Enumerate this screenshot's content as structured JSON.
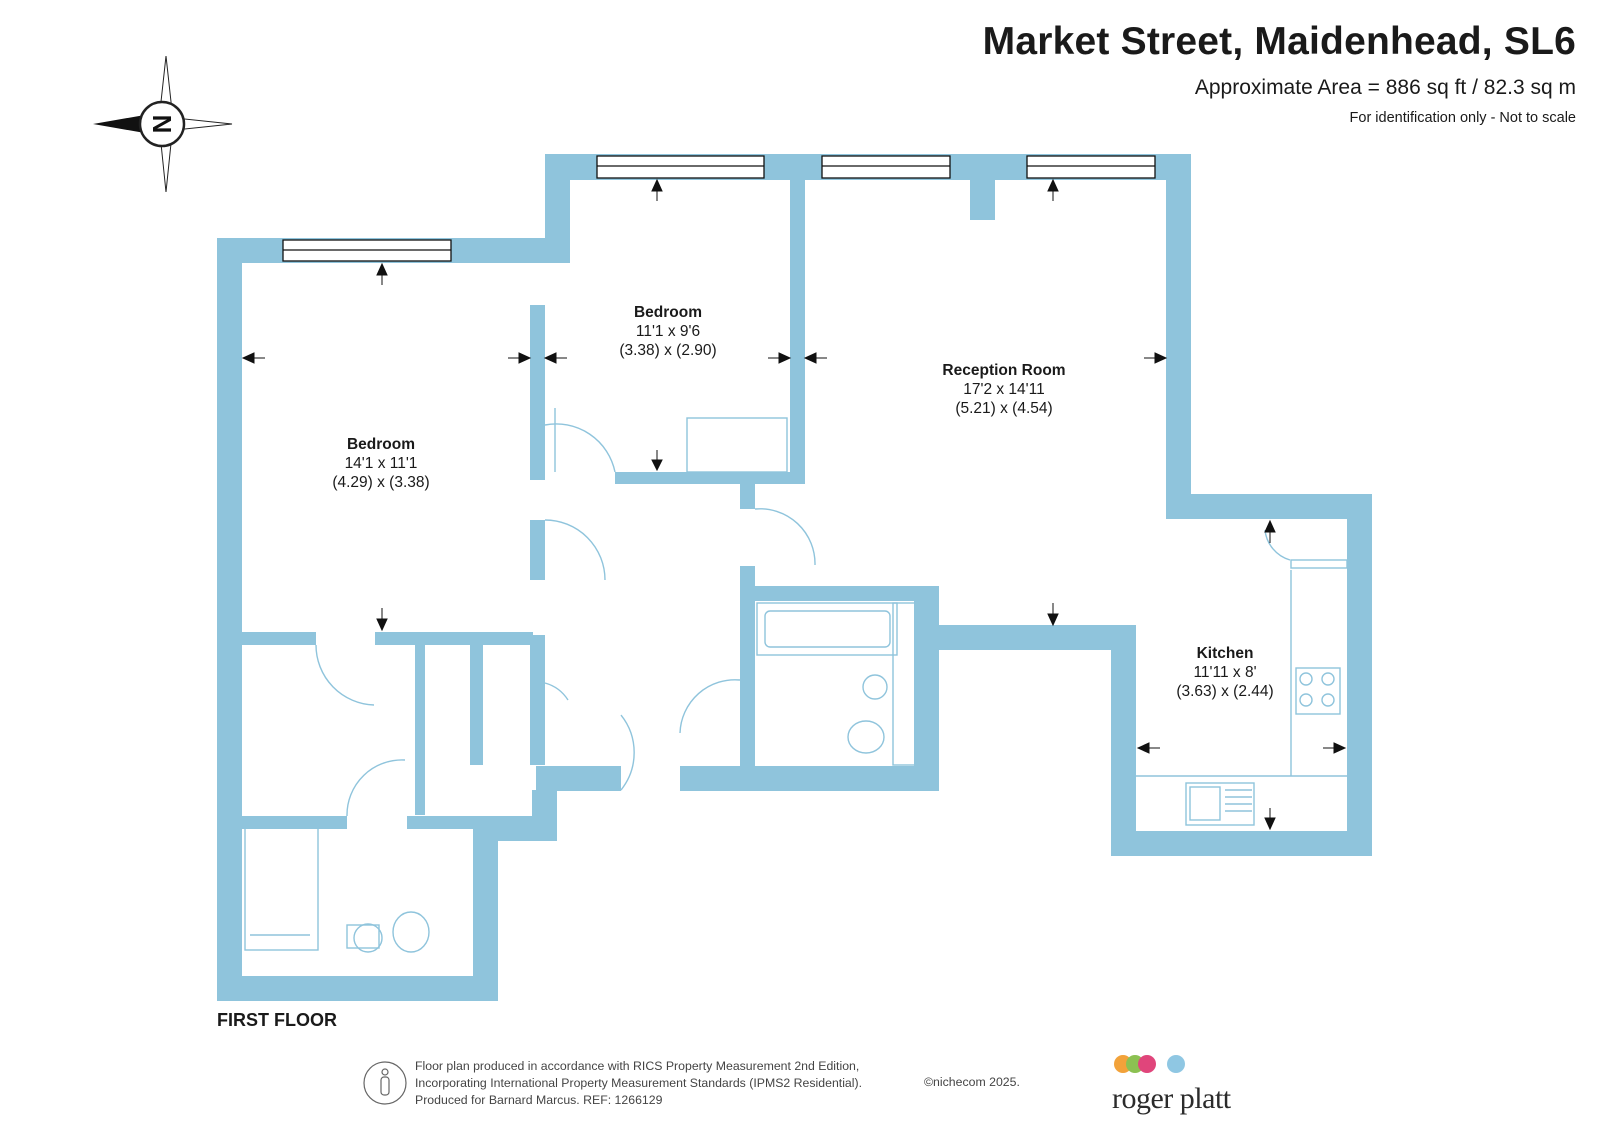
{
  "header": {
    "title": "Market Street, Maidenhead, SL6",
    "area": "Approximate Area = 886 sq ft / 82.3 sq m",
    "note": "For identification only - Not to scale"
  },
  "compass": {
    "letter": "N",
    "icon": "compass-rose-icon"
  },
  "rooms": {
    "bedroom1": {
      "name": "Bedroom",
      "imperial": "14'1 x 11'1",
      "metric": "(4.29) x (3.38)"
    },
    "bedroom2": {
      "name": "Bedroom",
      "imperial": "11'1 x 9'6",
      "metric": "(3.38) x (2.90)"
    },
    "reception": {
      "name": "Reception Room",
      "imperial": "17'2 x 14'11",
      "metric": "(5.21) x (4.54)"
    },
    "kitchen": {
      "name": "Kitchen",
      "imperial": "11'11 x 8'",
      "metric": "(3.63) x (2.44)"
    }
  },
  "floor_label": "FIRST FLOOR",
  "footer": {
    "line1": "Floor plan produced in accordance with RICS Property Measurement 2nd Edition,",
    "line2": "Incorporating International Property Measurement Standards (IPMS2 Residential).",
    "line3": "Produced for Barnard Marcus.   REF:  1266129",
    "copyright": "©nichecom 2025.",
    "icon": "person-icon"
  },
  "brand": {
    "name": "roger platt",
    "dot_colors": [
      "#f2a23a",
      "#8cc152",
      "#e0457b",
      "#8fc7e3"
    ]
  },
  "colors": {
    "wall": "#8fc4dc",
    "ink": "#1a1a1a"
  }
}
